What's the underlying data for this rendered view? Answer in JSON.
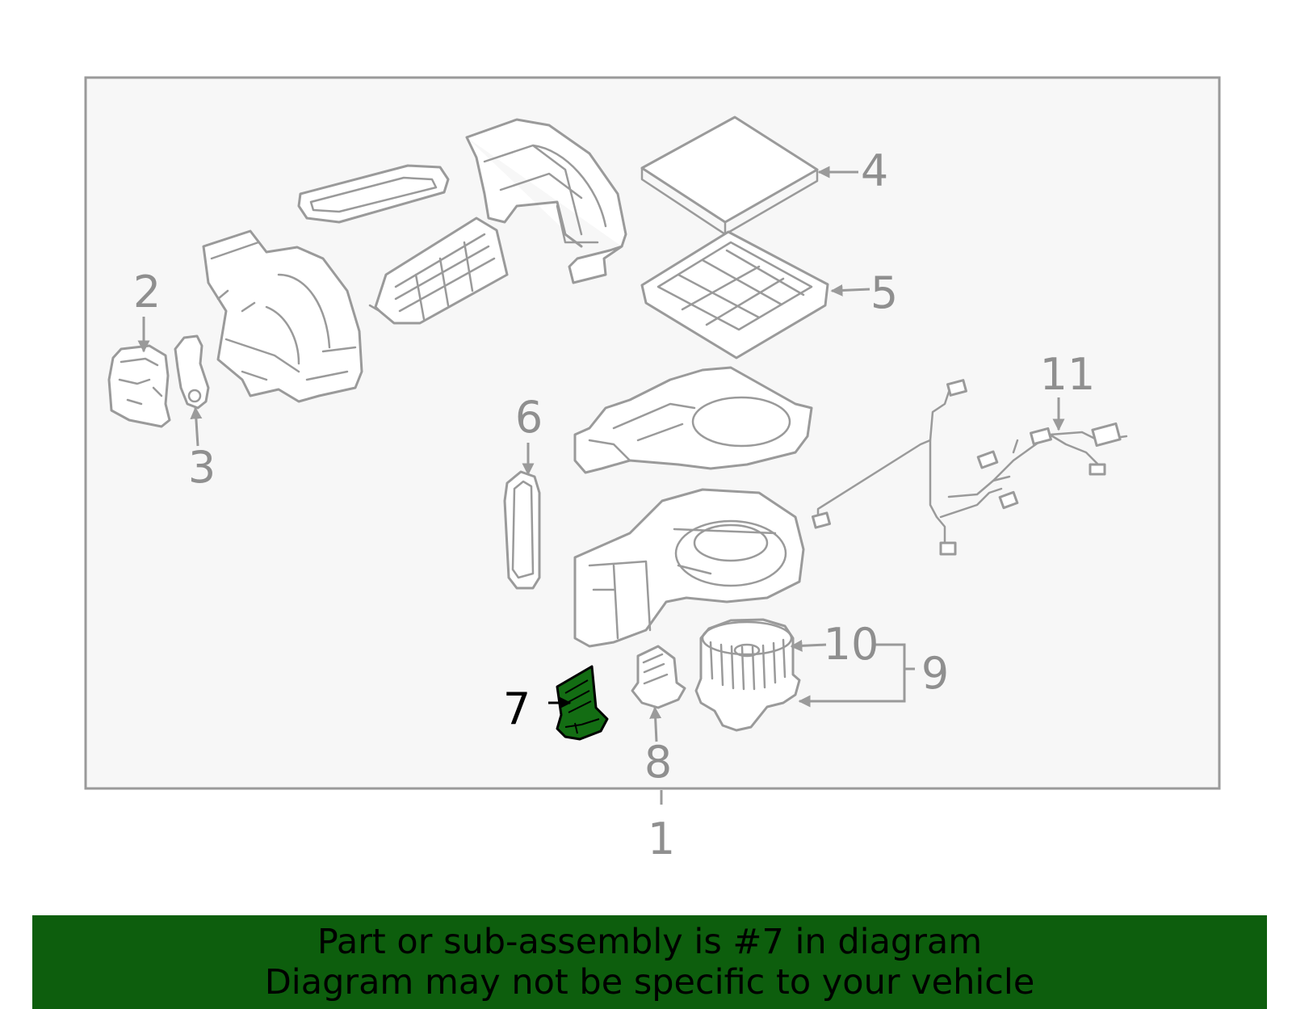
{
  "diagram": {
    "highlighted_part": "7",
    "colors": {
      "frame_fill": "#f7f7f7",
      "outline": "#9a9a9a",
      "highlight": "#136d13",
      "banner": "#0d5e0d"
    },
    "callouts": [
      {
        "id": "1",
        "label": "1"
      },
      {
        "id": "2",
        "label": "2"
      },
      {
        "id": "3",
        "label": "3"
      },
      {
        "id": "4",
        "label": "4"
      },
      {
        "id": "5",
        "label": "5"
      },
      {
        "id": "6",
        "label": "6"
      },
      {
        "id": "7",
        "label": "7"
      },
      {
        "id": "8",
        "label": "8"
      },
      {
        "id": "9",
        "label": "9"
      },
      {
        "id": "10",
        "label": "10"
      },
      {
        "id": "11",
        "label": "11"
      }
    ]
  },
  "banner": {
    "line1": "Part or sub-assembly is #7 in diagram",
    "line2": "Diagram may not be specific to your vehicle"
  }
}
